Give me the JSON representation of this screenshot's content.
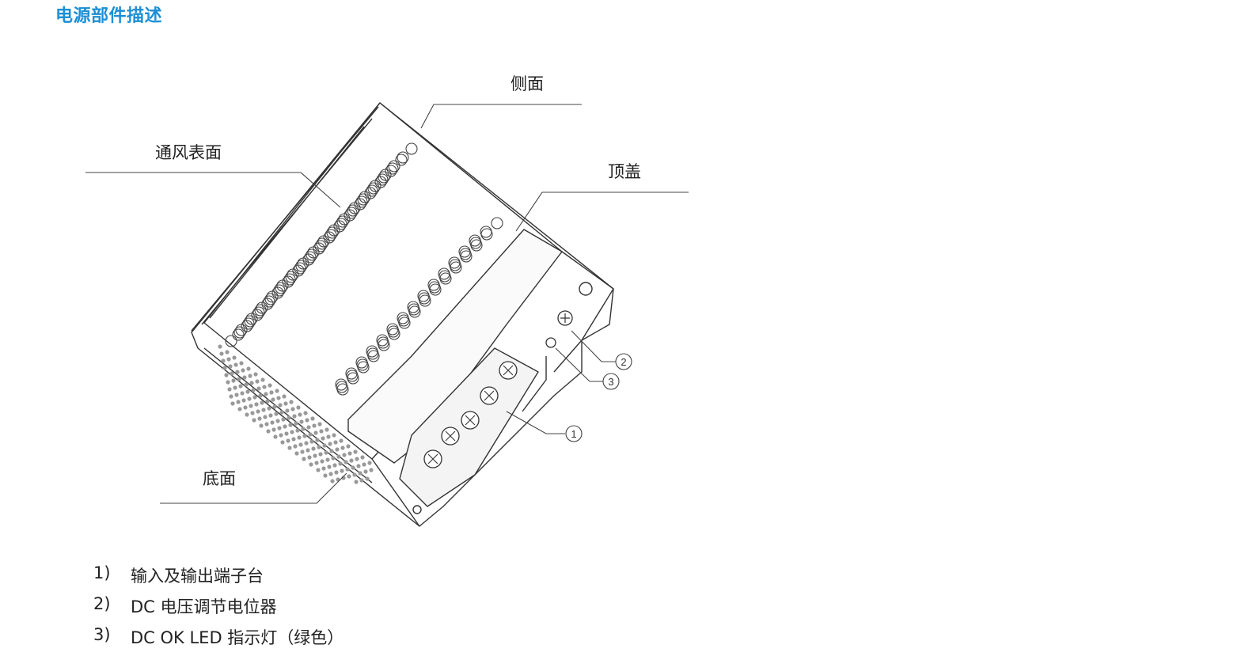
{
  "heading": "电源部件描述",
  "callouts": {
    "side": "侧面",
    "vent": "通风表面",
    "top_cover": "顶盖",
    "bottom": "底面"
  },
  "markers": [
    "1",
    "2",
    "3"
  ],
  "legend": [
    {
      "num": "1)",
      "text": "输入及输出端子台"
    },
    {
      "num": "2)",
      "text": "DC 电压调节电位器"
    },
    {
      "num": "3)",
      "text": "DC OK LED 指示灯（绿色）"
    }
  ]
}
